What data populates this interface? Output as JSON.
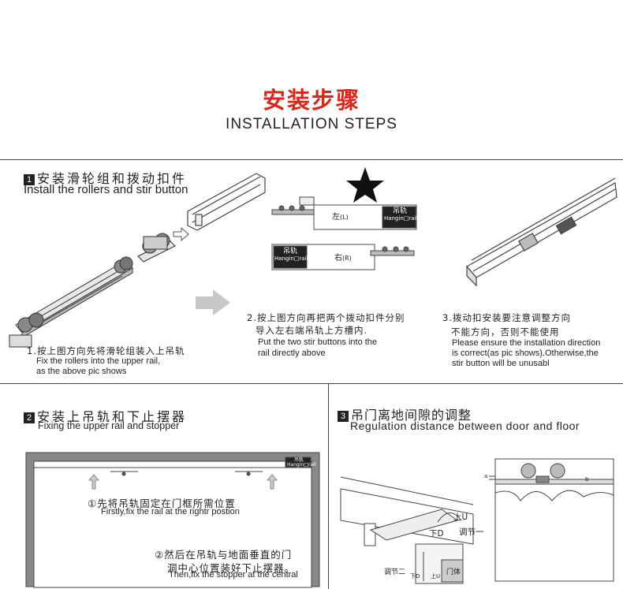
{
  "header": {
    "title_cn": "安装步骤",
    "title_en": "INSTALLATION STEPS"
  },
  "step1": {
    "number": "1",
    "title_cn": "安装滑轮组和拨动扣件",
    "title_en": "Install the rollers and stir button",
    "caption1_cn": "1.按上图方向先将滑轮组装入上吊轨",
    "caption1_en_line1": "Fix the rollers into the upper rail,",
    "caption1_en_line2": "as the above pic shows",
    "caption2_cn_line1": "2.按上图方向再把两个拨动扣件分别",
    "caption2_cn_line2": "导入左右端吊轨上方槽内.",
    "caption2_en_line1": "Put the two stir buttons into the",
    "caption2_en_line2": "rail directly above",
    "caption3_cn_line1": "3.拨动扣安装要注意调整方向",
    "caption3_cn_line2": "不能方向，否则不能使用",
    "caption3_en_line1": "Please ensure the installation direction",
    "caption3_en_line2": "is correct(as pic shows).Otherwise,the",
    "caption3_en_line3": "stir button will be unusabl",
    "rail_left_label": "左",
    "rail_left_tag": "(L)",
    "rail_right_label": "右",
    "rail_right_tag": "(R)",
    "rail_badge_cn": "吊轨",
    "rail_badge_en": "Hangin□rail"
  },
  "step2": {
    "number": "2",
    "title_cn": "安装上吊轨和下止摆器",
    "title_en": "Fixing the upper rail and stopper",
    "note1_cn": "①先将吊轨固定在门框所需位置",
    "note1_en": "Firstly,fix the rail at the rightr postion",
    "note2_cn_line1": "②然后在吊轨与地面垂直的门",
    "note2_cn_line2": "洞中心位置装好下止摆器。",
    "note2_en": "Then,fix the stopper at the central",
    "rail_badge_cn": "吊轨",
    "rail_badge_en": "Hangin□rail"
  },
  "step3": {
    "number": "3",
    "title_cn": "吊门离地间隙的调整",
    "title_en": "Regulation distance between door and floor",
    "label_up": "上U",
    "label_down": "下D",
    "label_adjust1": "调节一",
    "label_adjust2": "调节二",
    "label_down_small": "下D",
    "label_up_small": "上U",
    "label_door": "门体",
    "label_a": "a",
    "label_b": "b"
  }
}
